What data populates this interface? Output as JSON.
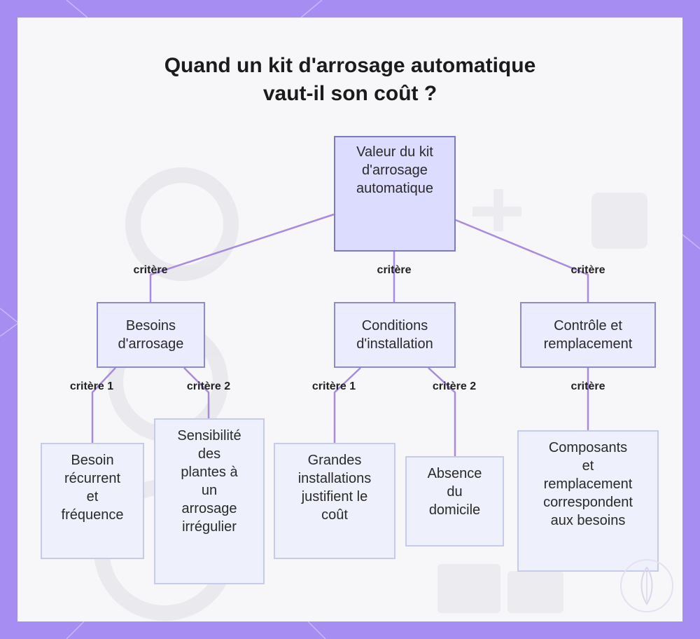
{
  "title": {
    "line1": "Quand un kit d'arrosage automatique",
    "line2": "vaut-il son coût ?"
  },
  "colors": {
    "frame": "#a58df2",
    "panel": "#f7f7f9",
    "edge": "#a98ae0",
    "root_fill": "#dcdcff",
    "mid_fill": "#ececff",
    "leaf_fill": "#eef1fb"
  },
  "nodes": {
    "root": [
      "Valeur du kit",
      "d'arrosage",
      "automatique"
    ],
    "besoins": [
      "Besoins",
      "d'arrosage"
    ],
    "conditions": [
      "Conditions",
      "d'installation"
    ],
    "controle": [
      "Contrôle et",
      "remplacement"
    ],
    "besoin_recurrent": [
      "Besoin",
      "récurrent",
      "et",
      "fréquence"
    ],
    "sensibilite": [
      "Sensibilité",
      "des",
      "plantes à",
      "un",
      "arrosage",
      "irrégulier"
    ],
    "grandes_installations": [
      "Grandes",
      "installations",
      "justifient le",
      "coût"
    ],
    "absence": [
      "Absence",
      "du",
      "domicile"
    ],
    "composants": [
      "Composants",
      "et",
      "remplacement",
      "correspondent",
      "aux besoins"
    ]
  },
  "edge_labels": {
    "root_besoins": "critère",
    "root_conditions": "critère",
    "root_controle": "critère",
    "besoins_1": "critère 1",
    "besoins_2": "critère 2",
    "conditions_1": "critère 1",
    "conditions_2": "critère 2",
    "controle_1": "critère"
  }
}
